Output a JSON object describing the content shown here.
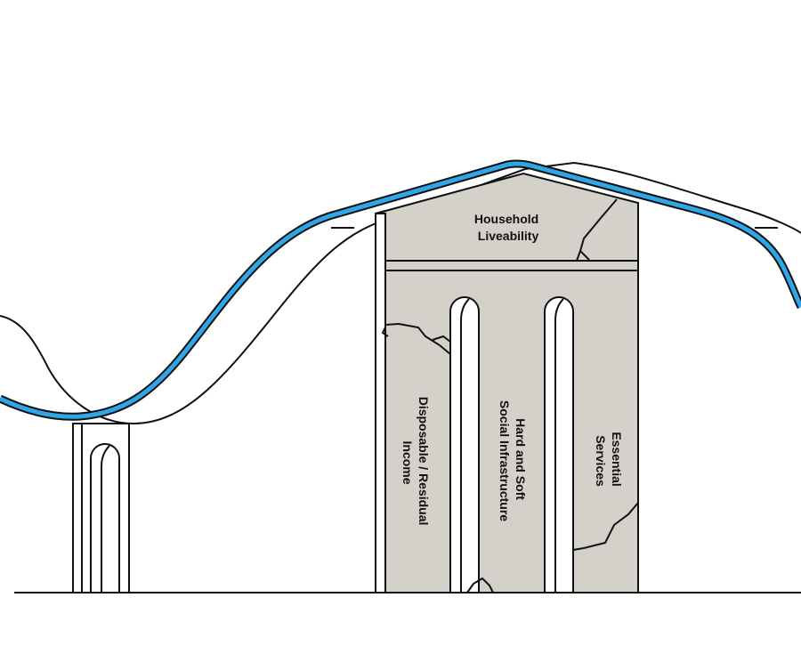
{
  "labels": {
    "roof": [
      "Household",
      "Liveability"
    ],
    "pillar_left": [
      "Disposable / Residual",
      "Income"
    ],
    "pillar_middle": [
      "Hard and Soft",
      "Social Infrastructure"
    ],
    "pillar_right": [
      "Essential",
      "Services"
    ]
  },
  "colors": {
    "background": "#ffffff",
    "stroke": "#111111",
    "structure_fill": "#d4d1cb",
    "curve_blue": "#2fa6e6"
  }
}
